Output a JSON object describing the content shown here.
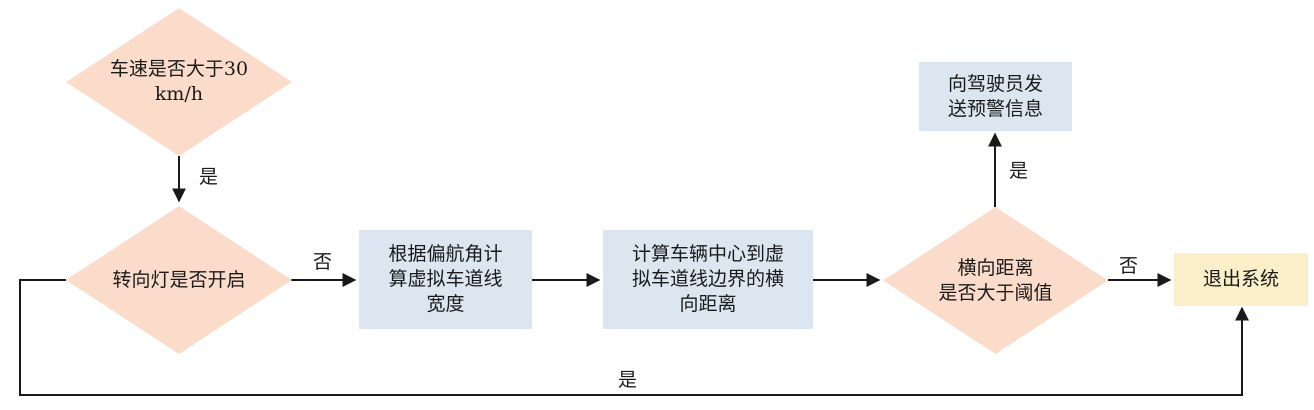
{
  "nodes": {
    "speed_check": "车速是否大于30\nkm/h",
    "turn_signal_check": "转向灯是否开启",
    "compute_lane_width": "根据偏航角计\n算虚拟车道线\n宽度",
    "compute_lateral_distance": "计算车辆中心到虚\n拟车道线边界的横\n向距离",
    "distance_threshold_check": "横向距离\n是否大于阈值",
    "send_warning": "向驾驶员发\n送预警信息",
    "exit_system": "退出系统"
  },
  "edges": {
    "speed_yes": "是",
    "signal_no": "否",
    "signal_yes": "是",
    "threshold_yes": "是",
    "threshold_no": "否"
  },
  "colors": {
    "decision": "#fbdccb",
    "process": "#dbe6f1",
    "terminal": "#fbefc9",
    "line": "#1a1a1a"
  }
}
